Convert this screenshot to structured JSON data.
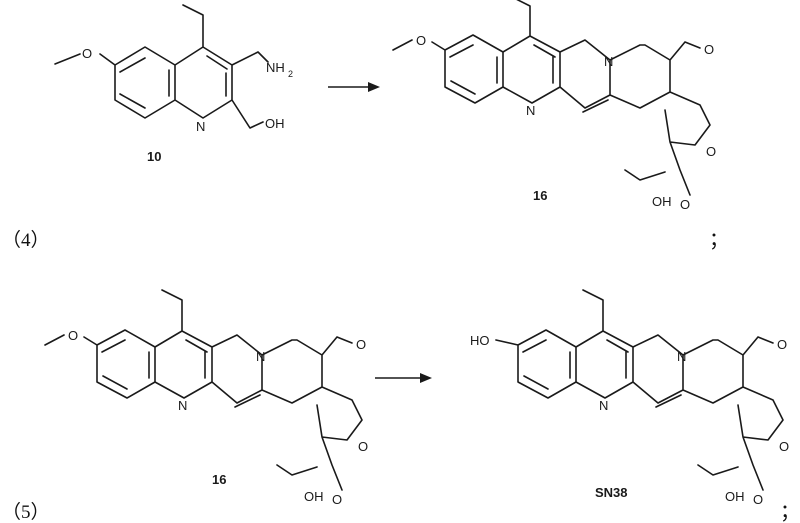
{
  "steps": [
    {
      "label": "（4）",
      "punct": "；",
      "arrow": "arrow-right-icon"
    },
    {
      "label": "（5）",
      "punct": "；",
      "arrow": "arrow-right-icon"
    }
  ],
  "compounds": {
    "c10": {
      "number": "10",
      "atoms": {
        "O_methoxy": "O",
        "NH": "NH",
        "NH_sub": "2",
        "N_ring": "N",
        "OH": "OH"
      }
    },
    "c16_top": {
      "number": "16",
      "atoms": {
        "O_methoxy": "O",
        "N_q": "N",
        "N_lactam": "N",
        "O_keto": "O",
        "O_lactone": "O",
        "OH": "OH",
        "O_carbonyl": "O"
      }
    },
    "c16_bottom": {
      "number": "16",
      "atoms": {
        "O_methoxy": "O",
        "N_q": "N",
        "N_lactam": "N",
        "O_keto": "O",
        "O_lactone": "O",
        "OH": "OH",
        "O_carbonyl": "O"
      }
    },
    "sn38": {
      "number": "SN38",
      "atoms": {
        "HO": "HO",
        "N_q": "N",
        "N_lactam": "N",
        "O_keto": "O",
        "O_lactone": "O",
        "OH": "OH",
        "O_carbonyl": "O"
      }
    }
  }
}
